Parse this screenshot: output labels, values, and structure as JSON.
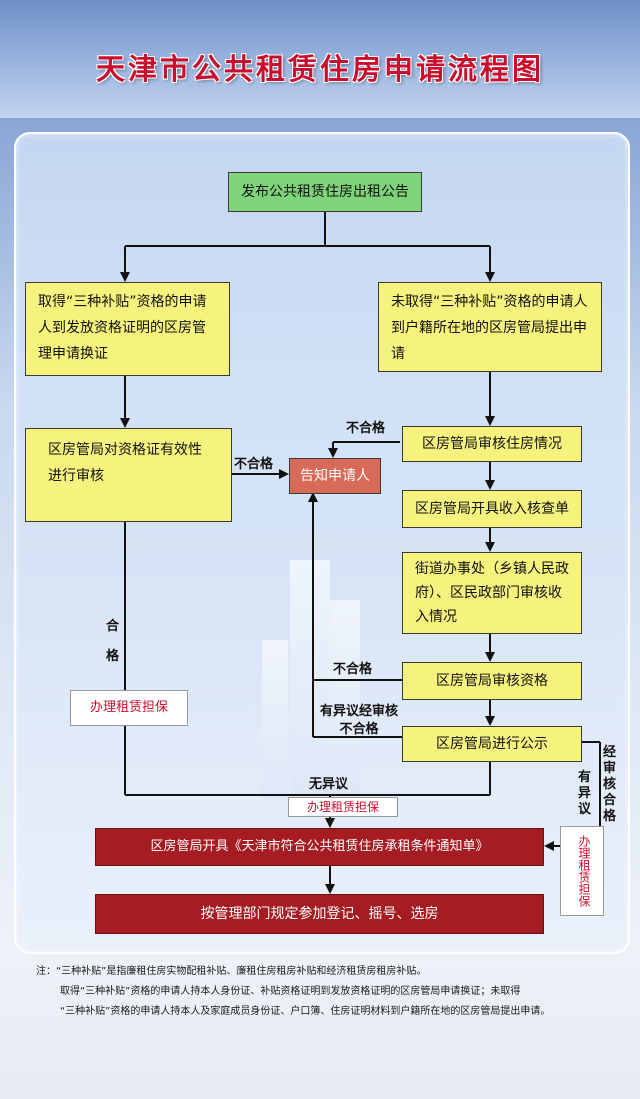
{
  "title": "天津市公共租赁住房申请流程图",
  "steps": {
    "announce": "发布公共租赁住房出租公告",
    "with_subsidy": "取得“三种补贴”资格的申请人到发放资格证明的区房管理申请换证",
    "without_subsidy": "未取得“三种补贴”资格的申请人到户籍所在地的区房管局提出申请",
    "verify_cert": "区房管局对资格证有效性进行审核",
    "review_housing": "区房管局审核住房情况",
    "notify": "告知申请人",
    "income_form": "区房管局开具收入核查单",
    "street_review": "街道办事处（乡镇人民政府）、区民政部门审核收入情况",
    "review_qual": "区房管局审核资格",
    "publicize": "区房管局进行公示",
    "issue_notice": "区房管局开具《天津市符合公共租赁住房承租条件通知单》",
    "register": "按管理部门规定参加登记、摇号、选房"
  },
  "labels": {
    "unqualified_1": "不合格",
    "unqualified_2": "不合格",
    "unqualified_3": "不合格",
    "qualified": "合格",
    "objection_fail": "有异议经审核不合格",
    "no_objection": "无异议",
    "objection": "有异议",
    "review_pass": "经审核合格"
  },
  "rent_guarantee": {
    "left": "办理租赁担保",
    "middle": "办理租赁担保",
    "right": "办理租赁担保"
  },
  "notes": {
    "line1": "注：“三种补贴”是指廉租住房实物配租补贴、廉租住房租房补贴和经济租赁房租房补贴。",
    "line2": "取得“三种补贴”资格的申请人持本人身份证、补贴资格证明到发放资格证明的区房管局申请换证；未取得",
    "line3": "“三种补贴”资格的申请人持本人及家庭成员身份证、户口簿、住房证明材料到户籍所在地的区房管局提出申请。"
  },
  "colors": {
    "title": "#c8102e",
    "yellow_box": "#f6f27e",
    "green_box": "#7fd47a",
    "notify_box": "#d86a5a",
    "dark_red_box": "#a51d22"
  }
}
